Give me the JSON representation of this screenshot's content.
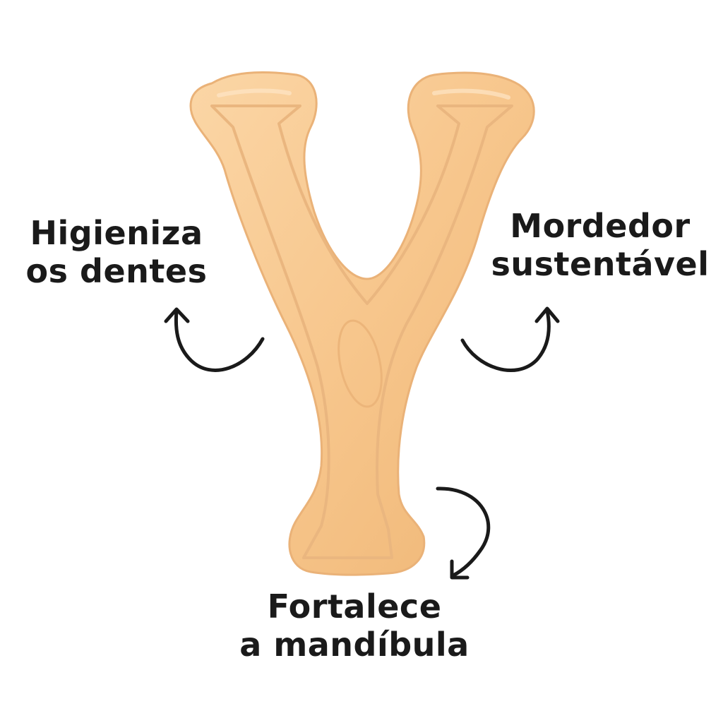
{
  "colors": {
    "background": "#ffffff",
    "text": "#1a1a1a",
    "toy_base": "#f7c98f",
    "toy_light": "#fbdcae",
    "toy_shadow": "#e8a866",
    "arrow": "#1a1a1a"
  },
  "icons": {
    "product": "wishbone-chew-toy-icon",
    "arrow_left": "curved-arrow-up-icon",
    "arrow_right": "curved-arrow-up-icon",
    "arrow_bottom": "curved-arrow-down-icon"
  },
  "labels": {
    "left": {
      "line1": "Higieniza",
      "line2": "os dentes"
    },
    "right": {
      "line1": "Mordedor",
      "line2": "sustentável"
    },
    "bottom": {
      "line1": "Fortalece",
      "line2": "a mandíbula"
    }
  }
}
